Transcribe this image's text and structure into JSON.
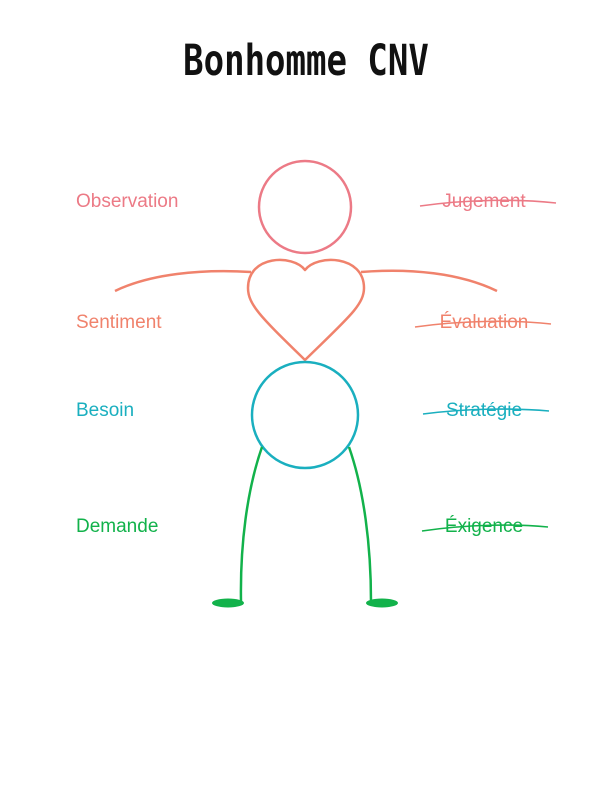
{
  "title": "Bonhomme CNV",
  "left_labels": {
    "observation": "Observation",
    "sentiment": "Sentiment",
    "besoin": "Besoin",
    "demande": "Demande"
  },
  "right_labels": {
    "jugement": "Jugement",
    "evaluation": "Évaluation",
    "strategie": "Stratégie",
    "exigence": "Éxigence"
  },
  "colors": {
    "pink": "#ec7a86",
    "salmon": "#f0826c",
    "teal": "#1aafbf",
    "green": "#12b24b",
    "title": "#111111"
  }
}
